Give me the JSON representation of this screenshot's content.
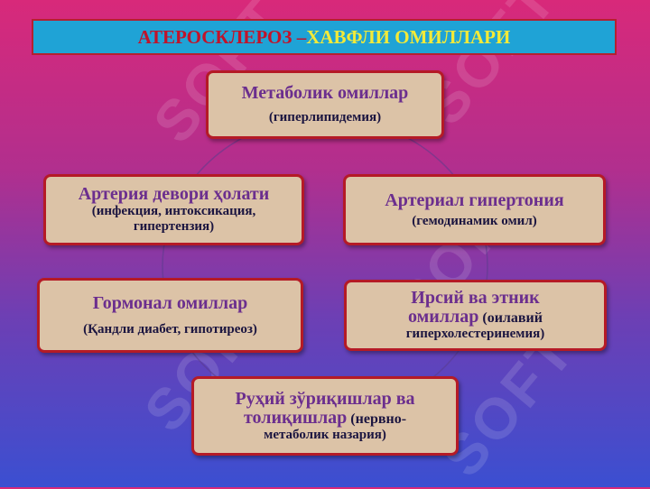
{
  "title": {
    "part1": "АТЕРОСКЛЕРОЗ – ",
    "part2": "ХАВФЛИ ОМИЛЛАРИ"
  },
  "watermark": "SOFT",
  "boxes": {
    "metabolic": {
      "main": "Метаболик омиллар",
      "sub": "(гиперлипидемия)"
    },
    "artery_wall": {
      "main": "Артерия девори ҳолати",
      "sub": "(инфекция, интоксикация, гипертензия)"
    },
    "hypertension": {
      "main": "Артериал гипертония",
      "sub": "(гемодинамик омил)"
    },
    "hormonal": {
      "main": "Гормонал омиллар",
      "sub": "(Қандли диабет, гипотиреоз)"
    },
    "genetic": {
      "main1": "Ирсий ва этник",
      "main2": "омиллар",
      "sub_inline": " (оилавий",
      "sub2": "гиперхолестеринемия)"
    },
    "stress": {
      "main1": "Руҳий зўриқишлар ва",
      "main2": "толиқишлар",
      "sub_inline": " (нервно-",
      "sub2": "метаболик назария)"
    }
  },
  "colors": {
    "accent_red": "#b51a26",
    "box_fill": "#dcc3a7",
    "title_fill": "#1fa3d6",
    "text_purple": "#6b2e8e"
  }
}
